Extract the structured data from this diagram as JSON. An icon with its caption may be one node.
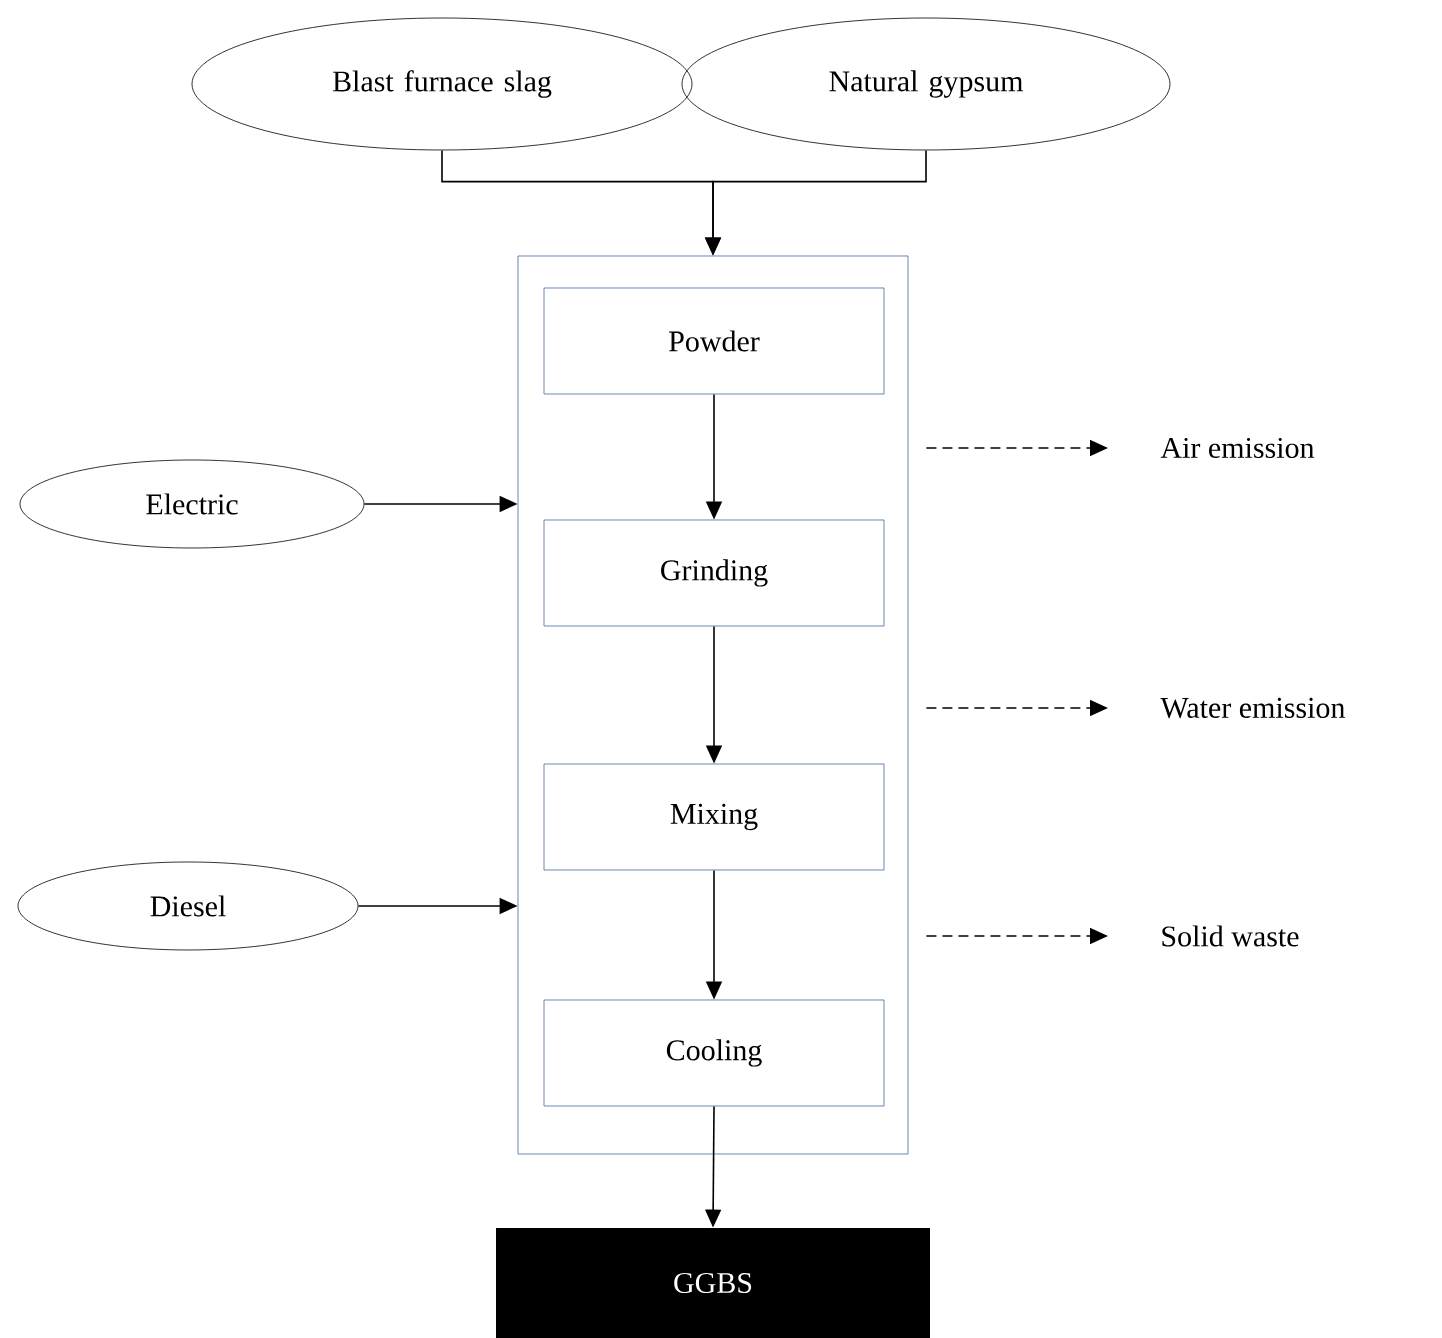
{
  "diagram": {
    "nodes": [
      {
        "text": [
          "Blast furnace slag"
        ]
      },
      {
        "text": [
          "Natural gypsum"
        ]
      },
      {
        "text": [],
        "shape": "box"
      },
      {
        "text": [
          "Powder"
        ],
        "in": 2
      },
      {
        "text": [
          "Grinding"
        ],
        "in": 2
      },
      {
        "text": [
          "Mixing"
        ],
        "in": 2
      },
      {
        "text": [
          "Cooling"
        ],
        "in": 2
      },
      {
        "text": [
          "Electric"
        ]
      },
      {
        "text": [
          "Diesel"
        ]
      },
      {
        "text": [
          "Air emission"
        ]
      },
      {
        "text": [
          "Water emission"
        ]
      },
      {
        "text": [
          "Solid waste"
        ]
      },
      {
        "text": [
          "GGBS"
        ]
      }
    ],
    "edges": [
      {
        "from": 0,
        "to": 2,
        "arrow": "to"
      },
      {
        "from": 1,
        "to": 2,
        "arrow": "to"
      },
      {
        "from": 3,
        "to": 4,
        "arrow": "to"
      },
      {
        "from": 4,
        "to": 5,
        "arrow": "to"
      },
      {
        "from": 5,
        "to": 6,
        "arrow": "to"
      },
      {
        "from": 7,
        "to": 2,
        "arrow": "to"
      },
      {
        "from": 8,
        "to": 2,
        "arrow": "to"
      },
      {
        "from": 2,
        "to": 9,
        "arrow": "to",
        "style": "dashed"
      },
      {
        "from": 2,
        "to": 10,
        "arrow": "to",
        "style": "dashed"
      },
      {
        "from": 2,
        "to": 11,
        "arrow": "to",
        "style": "dashed"
      },
      {
        "from": 6,
        "to": 12,
        "arrow": "to"
      }
    ]
  }
}
